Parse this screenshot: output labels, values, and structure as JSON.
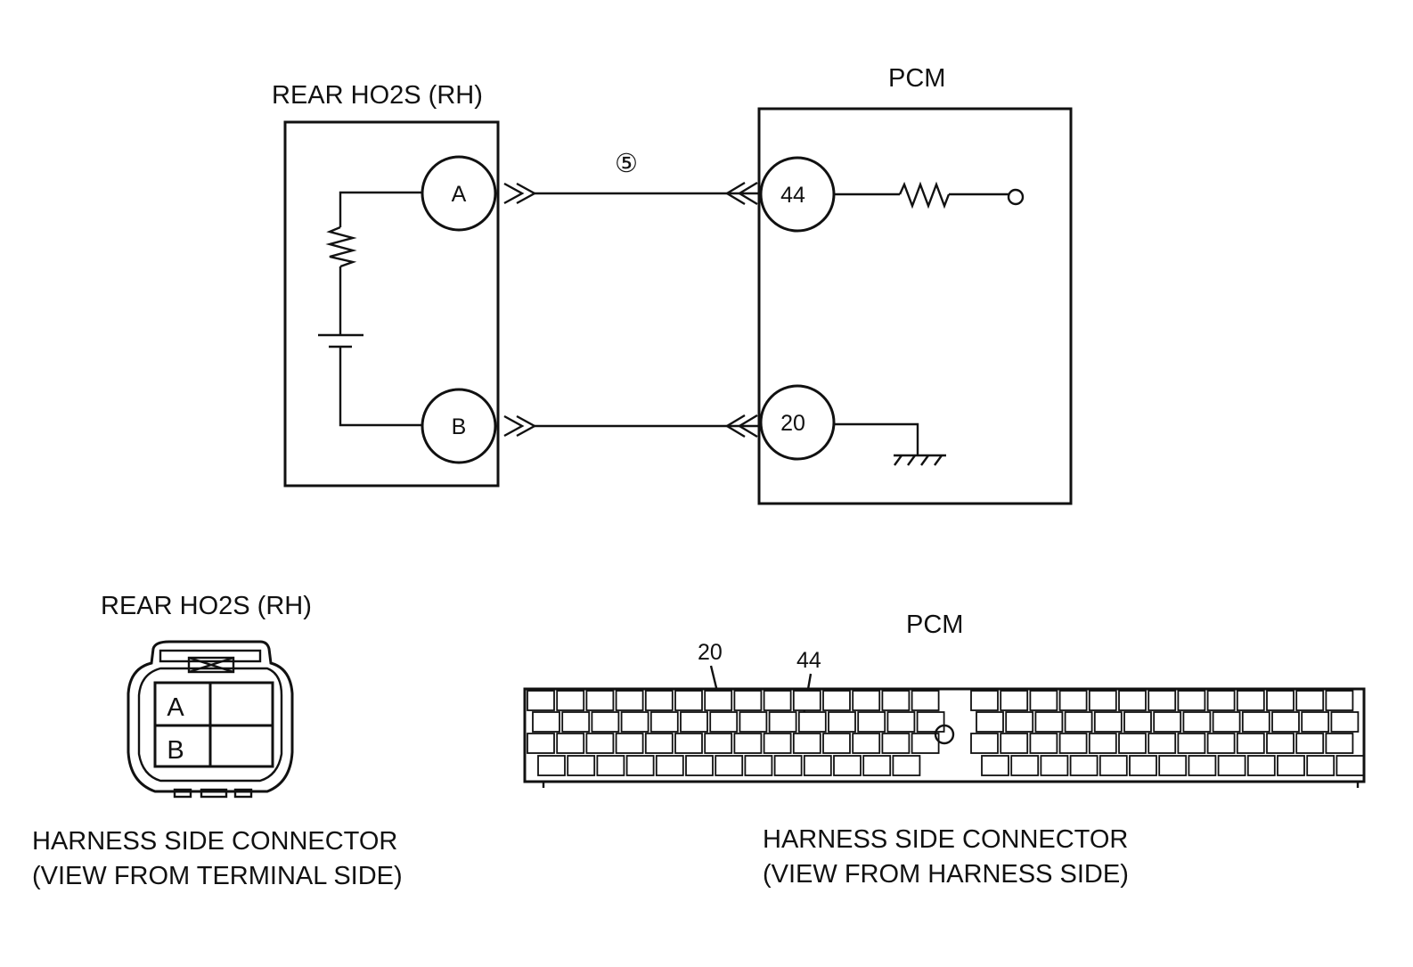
{
  "wiring_diagram": {
    "sensor_label": "REAR HO2S (RH)",
    "pcm_label": "PCM",
    "circuit_marker": "⑤",
    "sensor_terminals": {
      "a": "A",
      "b": "B"
    },
    "pcm_terminals": {
      "t44": "44",
      "t20": "20"
    }
  },
  "sensor_connector": {
    "title": "REAR HO2S (RH)",
    "cavities": {
      "a": "A",
      "b": "B"
    },
    "caption_line1": "HARNESS SIDE CONNECTOR",
    "caption_line2": "(VIEW FROM TERMINAL SIDE)"
  },
  "pcm_connector": {
    "title": "PCM",
    "pin_20": "20",
    "pin_44": "44",
    "caption_line1": "HARNESS SIDE CONNECTOR",
    "caption_line2": "(VIEW FROM HARNESS SIDE)"
  }
}
